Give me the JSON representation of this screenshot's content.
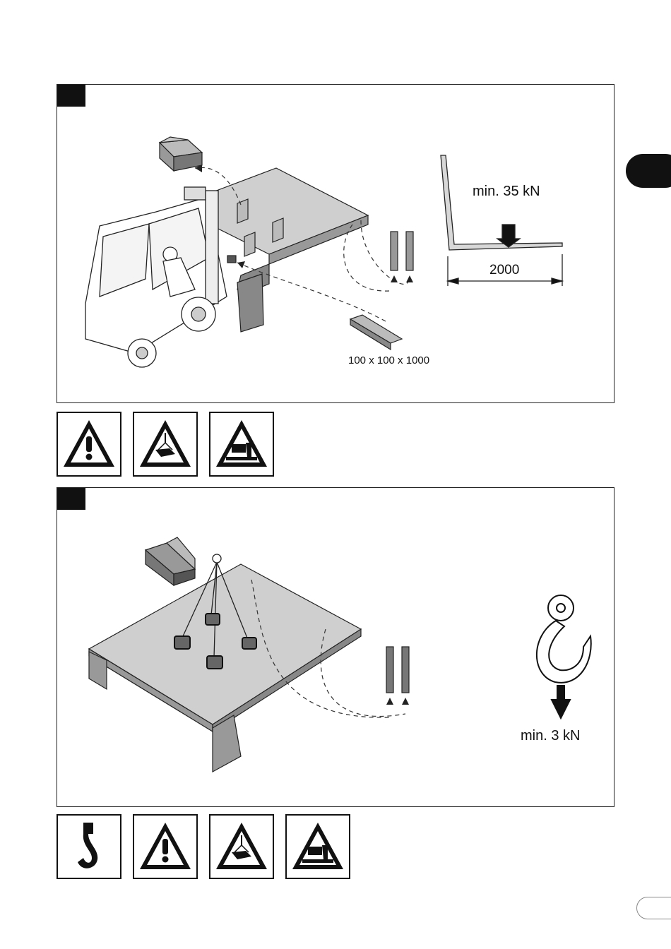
{
  "panel1": {
    "load_label": "min. 35 kN",
    "dimension_label": "2000",
    "block_label": "100 x 100 x 1000"
  },
  "panel2": {
    "load_label": "min. 3  kN"
  },
  "warning_signs_row1": [
    "warning-icon",
    "suspended-load-icon",
    "crush-hazard-icon"
  ],
  "warning_signs_row2": [
    "crane-hook-icon",
    "warning-icon",
    "suspended-load-icon",
    "crush-hazard-icon"
  ]
}
